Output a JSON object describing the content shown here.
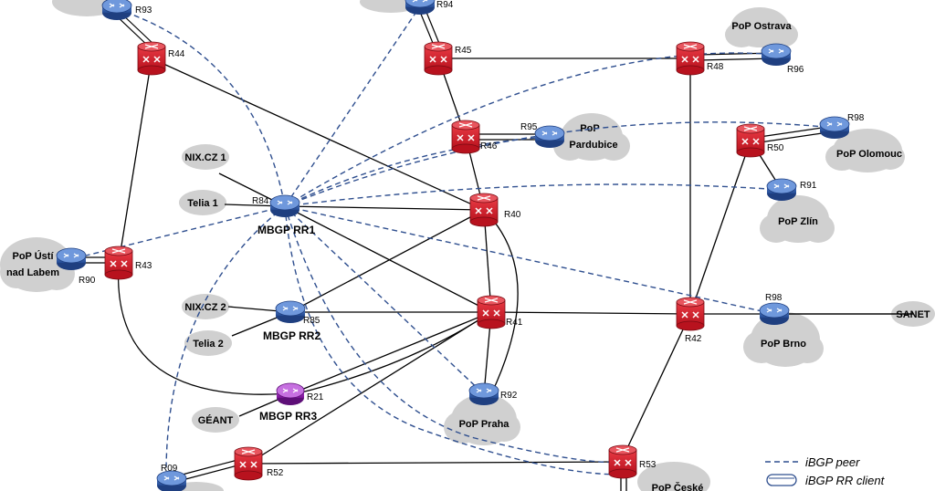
{
  "routers": {
    "R93": "R93",
    "R94": "R94",
    "R44": "R44",
    "R45": "R45",
    "R48": "R48",
    "R96": "R96",
    "R95": "R95",
    "R46": "R46",
    "R98a": "R98",
    "R50": "R50",
    "R91": "R91",
    "R84": "R84",
    "R40": "R40",
    "R43": "R43",
    "R90": "R90",
    "R85": "R85",
    "R41": "R41",
    "R42": "R42",
    "R98b": "R98",
    "R21": "R21",
    "R92": "R92",
    "R52": "R52",
    "R53": "R53",
    "R09": "R09"
  },
  "clouds": {
    "ostrava": "PoP Ostrava",
    "pardubice_1": "PoP",
    "pardubice_2": "Pardubice",
    "olomouc": "PoP Olomouc",
    "zlin": "PoP Zlín",
    "usti_1": "PoP Ústí",
    "usti_2": "nad Labem",
    "nix1": "NIX.CZ 1",
    "telia1": "Telia 1",
    "nix2": "NIX.CZ 2",
    "telia2": "Telia 2",
    "geant": "GÉANT",
    "praha": "PoP Praha",
    "brno": "PoP Brno",
    "ceske": "PoP České"
  },
  "external": {
    "sanet": "SANET"
  },
  "reflectors": {
    "rr1": "MBGP RR1",
    "rr2": "MBGP RR2",
    "rr3": "MBGP RR3"
  },
  "legend": {
    "peer": "iBGP peer",
    "client": "iBGP RR client"
  },
  "colors": {
    "core_router": "#d01c2a",
    "client_router": "#2d5aa8",
    "rr3_router": "#8a1aa8",
    "cloud": "#d0d0d0",
    "peer_line": "#2f4f8f"
  }
}
